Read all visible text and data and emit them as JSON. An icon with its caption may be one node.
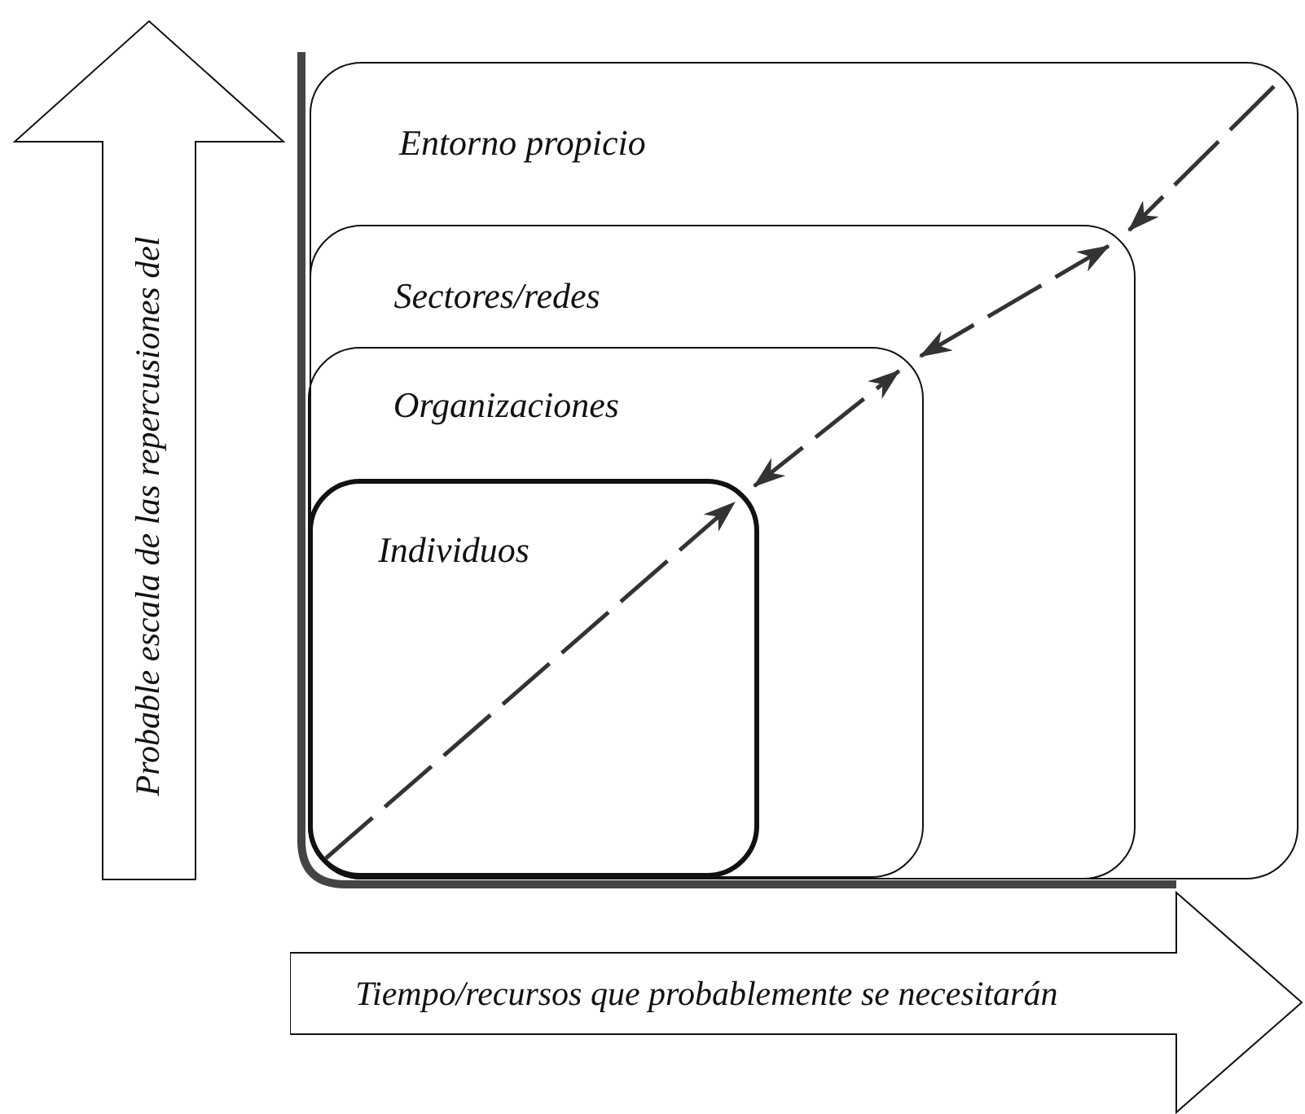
{
  "diagram": {
    "nodes": [
      {
        "text": [
          "Entorno propicio"
        ]
      },
      {
        "text": [
          "Sectores/redes"
        ],
        "in": 0
      },
      {
        "text": [
          "Organizaciones"
        ],
        "in": 1
      },
      {
        "text": [
          "Individuos"
        ],
        "in": 2
      },
      {
        "text": [
          "Probable escala de las repercusiones del"
        ]
      },
      {
        "text": [
          "Tiempo/recursos que probablemente se necesitarán"
        ]
      }
    ],
    "edges": [
      {
        "from": null,
        "to": 3,
        "arrow": "to",
        "style": "dashed"
      },
      {
        "from": 3,
        "to": 2,
        "arrow": "both",
        "style": "dashed"
      },
      {
        "from": 2,
        "to": 1,
        "arrow": "both",
        "style": "dashed"
      },
      {
        "from": 0,
        "to": 1,
        "arrow": "to",
        "style": "dashed"
      }
    ]
  }
}
